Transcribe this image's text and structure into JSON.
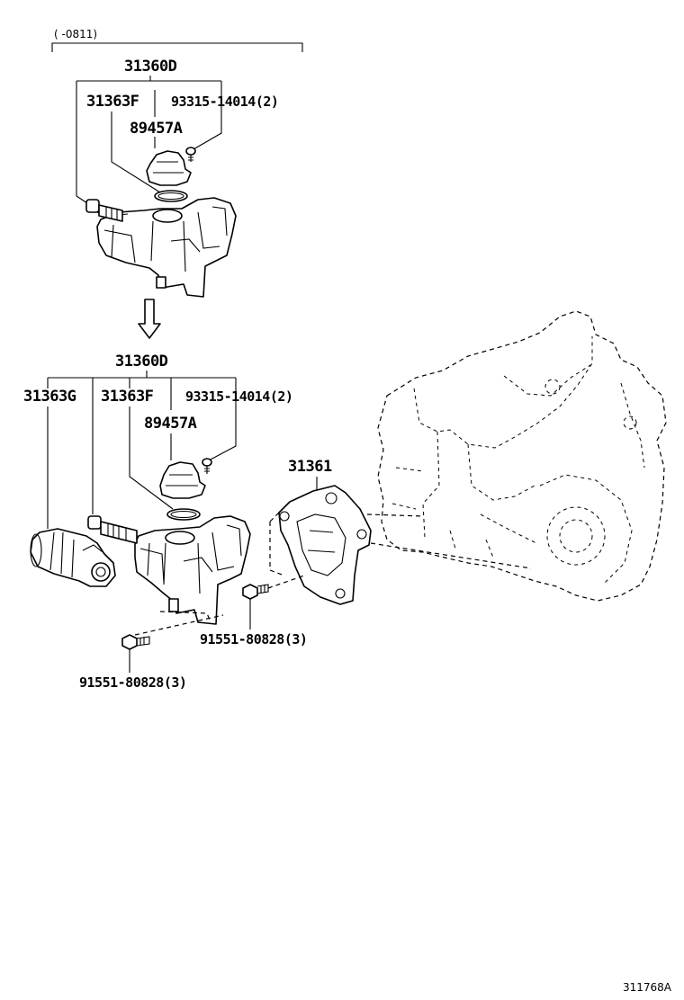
{
  "range_note": "(     -0811)",
  "upper_group": {
    "assembly": "31360D",
    "cylinder": "31363F",
    "bolt": "93315-14014(2)",
    "sensor": "89457A"
  },
  "lower_group": {
    "assembly": "31360D",
    "actuator": "31363G",
    "cylinder": "31363F",
    "bolt": "93315-14014(2)",
    "sensor": "89457A"
  },
  "bracket": "31361",
  "bolt_right": "91551-80828(3)",
  "bolt_bottom": "91551-80828(3)",
  "diagram_id": "311768A"
}
